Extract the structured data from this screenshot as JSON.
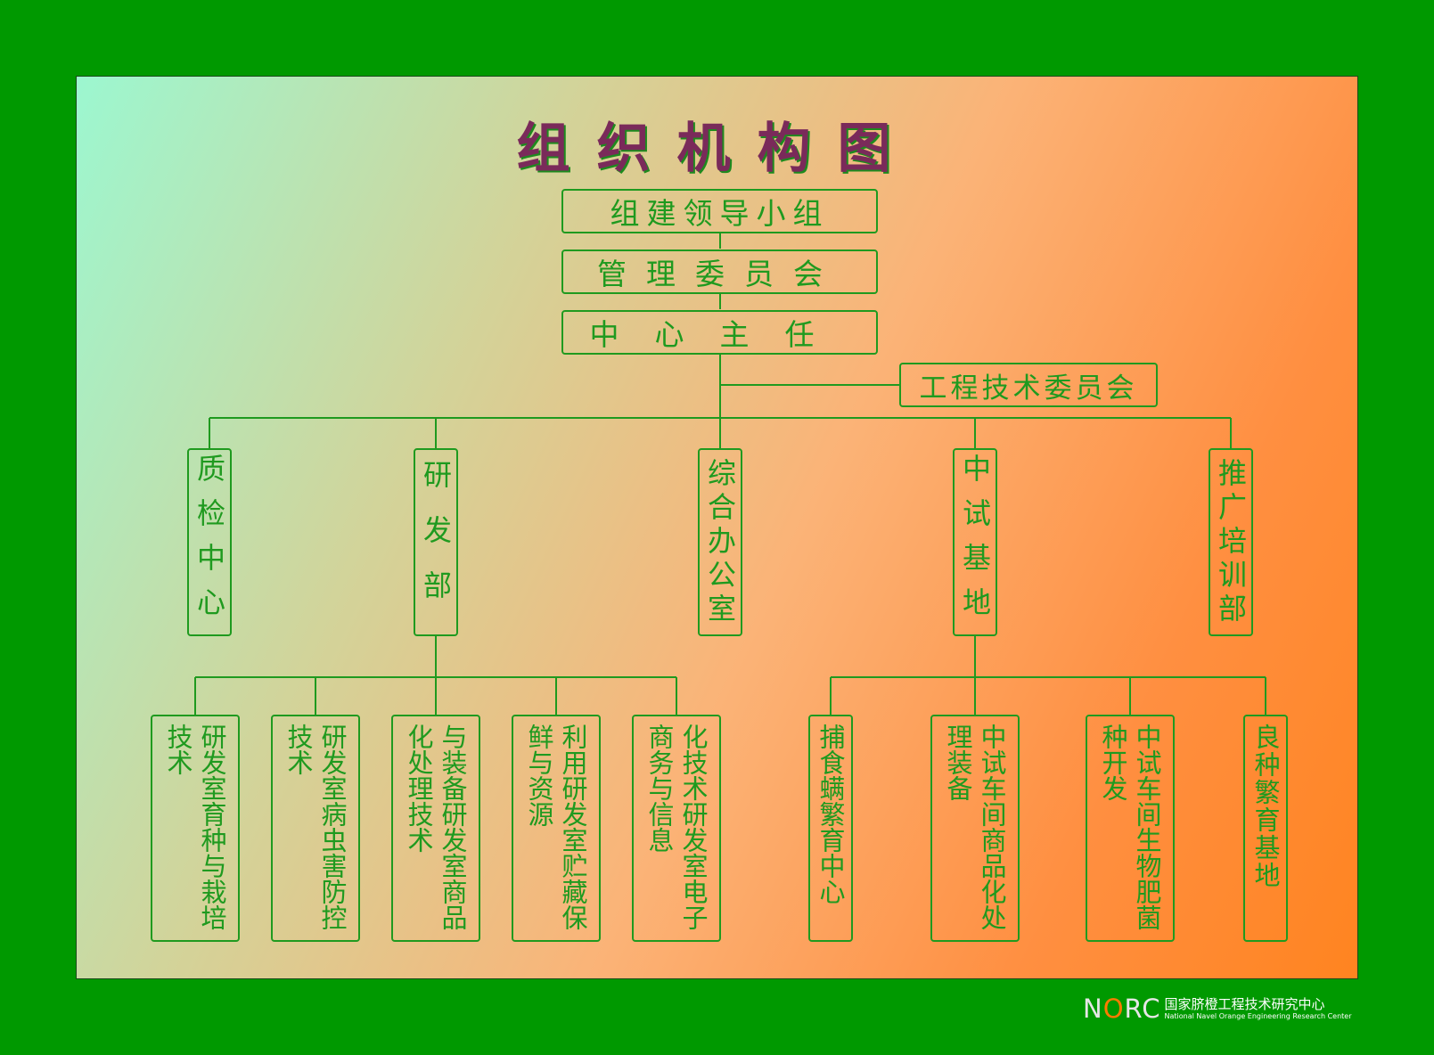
{
  "title": "组织机构图",
  "top_boxes": [
    "组建领导小组",
    "管理委员会",
    "中心主任"
  ],
  "tech_committee": "工程技术委员会",
  "departments": [
    "质检中心",
    "研发部",
    "综合办公室",
    "中试基地",
    "推广培训部"
  ],
  "rd_units": [
    "研发室育种与栽培技术",
    "研发室病虫害防控技术",
    "与装备研发室商品化处理技术",
    "利用研发室贮藏保鲜与资源",
    "化技术研发室电子商务与信息"
  ],
  "base_units": [
    "捕食螨繁育中心",
    "中试车间商品化处理装备",
    "中试车间生物肥菌种开发",
    "良种繁育基地"
  ],
  "logo": {
    "mark": "NORC",
    "name_cn": "国家脐橙工程技术研究中心",
    "name_en": "National Navel Orange Engineering Research Center"
  },
  "colors": {
    "frame": "#009900",
    "line": "#1f9a1f",
    "title": "#7a2a5a",
    "logo_accent": "#ff7a00"
  }
}
